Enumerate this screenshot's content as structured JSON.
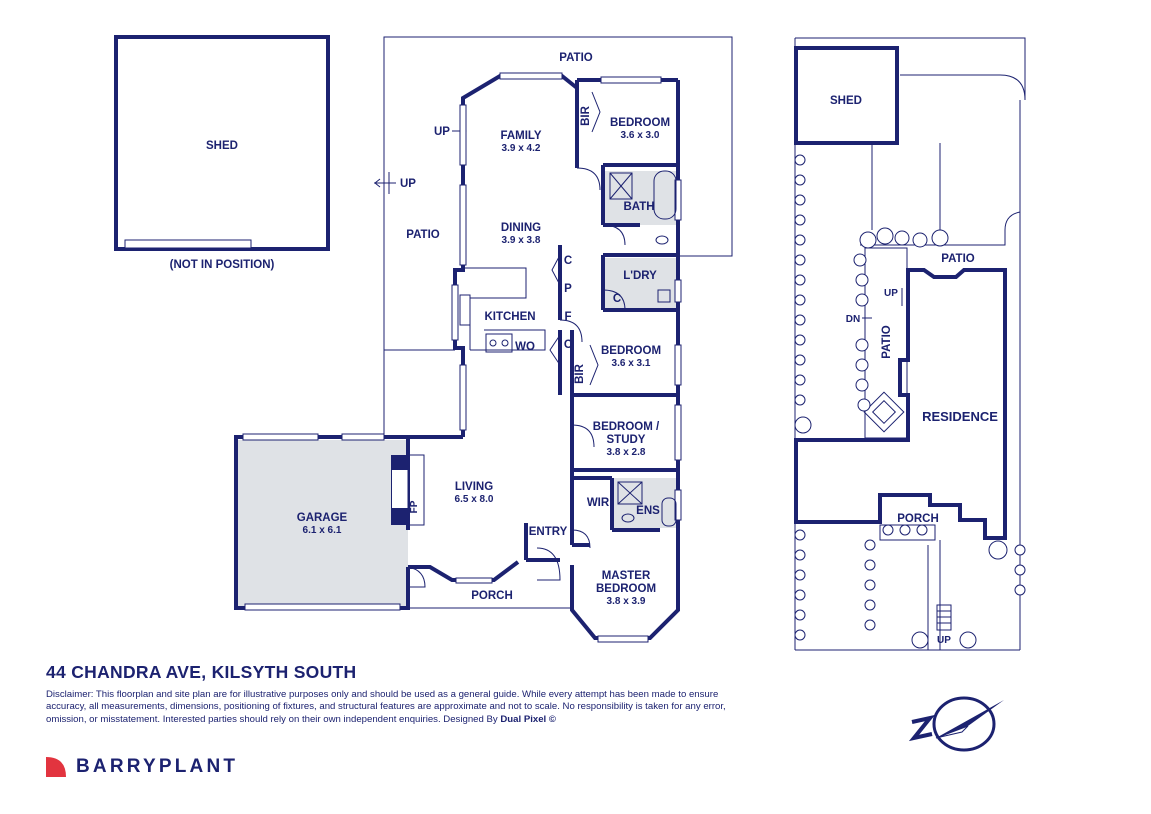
{
  "rooms": {
    "shed_detached": "SHED",
    "shed_note": "(NOT IN POSITION)",
    "patio_top": "PATIO",
    "patio_left": "PATIO",
    "up_left": "UP",
    "up_family": "UP",
    "family": {
      "name": "FAMILY",
      "dims": "3.9 x 4.2"
    },
    "dining": {
      "name": "DINING",
      "dims": "3.9 x 3.8"
    },
    "kitchen": "KITCHEN",
    "wo": "WO",
    "bedroom1": {
      "name": "BEDROOM",
      "dims": "3.6 x 3.0"
    },
    "bir1": "BIR",
    "bath": "BATH",
    "laundry": "L'DRY",
    "cupboard_c1": "C",
    "pantry": "P",
    "cupboard_c2": "C",
    "fridge": "F",
    "cupboard_c3": "C",
    "bedroom2": {
      "name": "BEDROOM",
      "dims": "3.6 x 3.1"
    },
    "bir2": "BIR",
    "study": {
      "name_line1": "BEDROOM /",
      "name_line2": "STUDY",
      "dims": "3.8 x 2.8"
    },
    "living": {
      "name": "LIVING",
      "dims": "6.5 x 8.0"
    },
    "fireplace": "FP",
    "garage": {
      "name": "GARAGE",
      "dims": "6.1 x 6.1"
    },
    "entry": "ENTRY",
    "porch": "PORCH",
    "wir": "WIR",
    "ens": "ENS",
    "master": {
      "name_line1": "MASTER",
      "name_line2": "BEDROOM",
      "dims": "3.8 x 3.9"
    }
  },
  "site_plan": {
    "shed": "SHED",
    "patio_top": "PATIO",
    "patio_side": "PATIO",
    "up": "UP",
    "dn": "DN",
    "residence": "RESIDENCE",
    "porch": "PORCH",
    "up_path": "UP"
  },
  "footer": {
    "address": "44 CHANDRA AVE, KILSYTH SOUTH",
    "disclaimer": "Disclaimer: This floorplan and site plan are for illustrative purposes only and should be used as a general guide. While every attempt has been made to ensure accuracy, all measurements, dimensions, positioning of fixtures, and structural features are approximate and not to scale. No responsibility is taken for any error, omission, or misstatement. Interested parties should rely on their own independent enquiries. Designed By",
    "designer": "Dual Pixel ©",
    "brand": "BARRYPLANT"
  },
  "colors": {
    "wall": "#1c2270",
    "fill_grey": "#dfe2e6",
    "brand_red": "#e2343f"
  },
  "icons": {
    "compass": "north-compass-icon",
    "brand_mark": "barryplant-logo-icon"
  }
}
